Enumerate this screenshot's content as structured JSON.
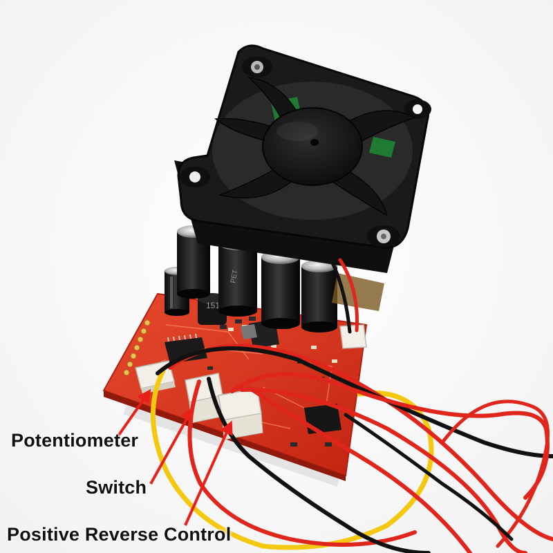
{
  "callouts": [
    {
      "id": "potentiometer",
      "label": "Potentiometer"
    },
    {
      "id": "switch",
      "label": "Switch"
    },
    {
      "id": "positive_reverse",
      "label": "Positive Reverse Control"
    }
  ],
  "board": {
    "inductor_marking": "151",
    "capacitor_marking": "PET"
  },
  "colors": {
    "pcb": "#d8321c",
    "fan": "#141414",
    "arrow": "#e8201a",
    "wire_red": "#e0261c",
    "wire_yellow": "#f3c80e",
    "wire_black": "#111111"
  }
}
